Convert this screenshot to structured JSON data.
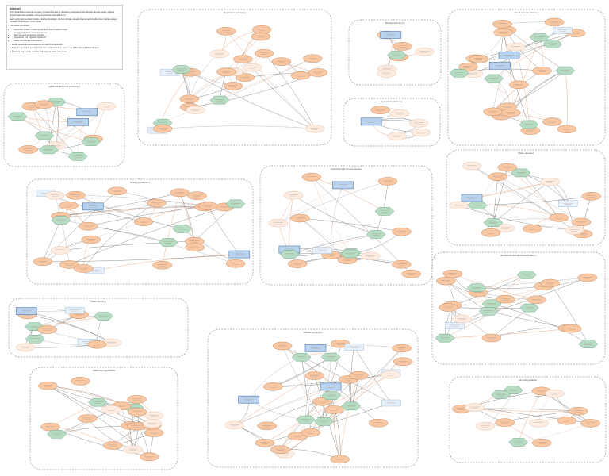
{
  "legend": {
    "title": "Abstract",
    "p1": "This visualization presents a system dynamics model of interacting subsystems. Rectangles denote stocks, ellipses denote flows and variables, hexagons denote external drivers.",
    "p2": "Each subsystem is drawn inside a dashed boundary; arrows indicate causal influence and double lines indicate delays between components of the model.",
    "list_intro": "The model comprises:",
    "items": [
      "economic system, including cost and price feedback loops",
      "energy production and resource use",
      "land use and ecosystem services",
      "population and migration dynamics",
      "water and climate subsystems"
    ],
    "notes": [
      "1. Model version as documented in the technical appendix.",
      "2. Diagram generated automatically from model structure; layout may differ from published figures.",
      "3. Units are listed in the variable dictionary for each subsystem."
    ]
  },
  "clusters": [
    {
      "title": "Population dynamics"
    },
    {
      "title": "Biological footprint"
    },
    {
      "title": "Food and diet choices"
    },
    {
      "title": "Land-use and food production"
    },
    {
      "title": "Agricultural land use"
    },
    {
      "title": "Water demand"
    },
    {
      "title": "Energy production"
    },
    {
      "title": "Industrial and service sectors"
    },
    {
      "title": "Emissions and land based carbon"
    },
    {
      "title": "Land planning"
    },
    {
      "title": "Climate dynamics"
    },
    {
      "title": "Water and agriculture"
    },
    {
      "title": "Land degradation"
    },
    {
      "title": "Economic activity"
    }
  ]
}
